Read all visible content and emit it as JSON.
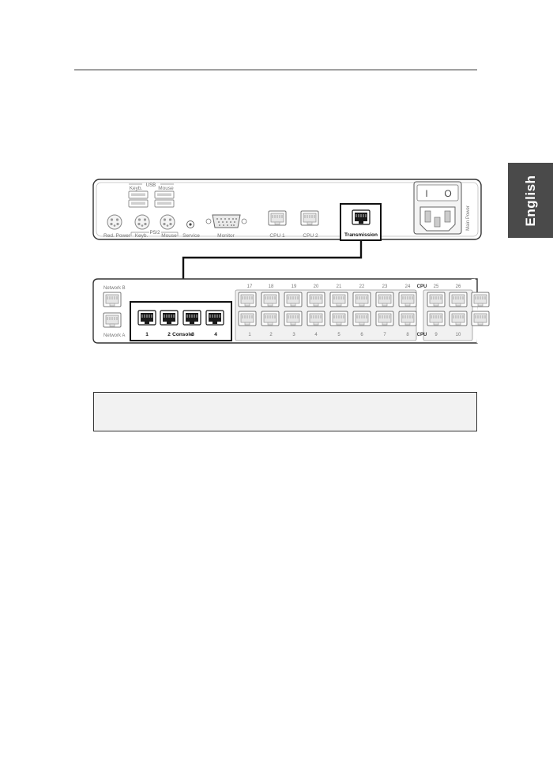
{
  "side_tab": {
    "label": "English"
  },
  "device_top": {
    "usb_group_label": "USB",
    "usb_labels": [
      "Keyb.",
      "Mouse"
    ],
    "ps2_group_label": "PS/2",
    "round_port_labels": [
      "Red. Power",
      "Keyb.",
      "Mouse",
      "Service"
    ],
    "monitor_label": "Monitor",
    "cpu_labels": [
      "CPU 1",
      "CPU 2"
    ],
    "transmission_label": "Transmission",
    "main_power_label": "Main Power",
    "switch_labels": [
      "I",
      "O"
    ]
  },
  "device_bottom": {
    "network_labels": [
      "Network B",
      "Network A"
    ],
    "console_numbers": [
      "1",
      "2",
      "3",
      "4"
    ],
    "console_label": "Console",
    "cpu_tag": "CPU",
    "top_row_numbers": [
      "17",
      "18",
      "19",
      "20",
      "21",
      "22",
      "23",
      "24",
      "25",
      "26"
    ],
    "bottom_row_numbers": [
      "1",
      "2",
      "3",
      "4",
      "5",
      "6",
      "7",
      "8",
      "9",
      "10"
    ]
  }
}
